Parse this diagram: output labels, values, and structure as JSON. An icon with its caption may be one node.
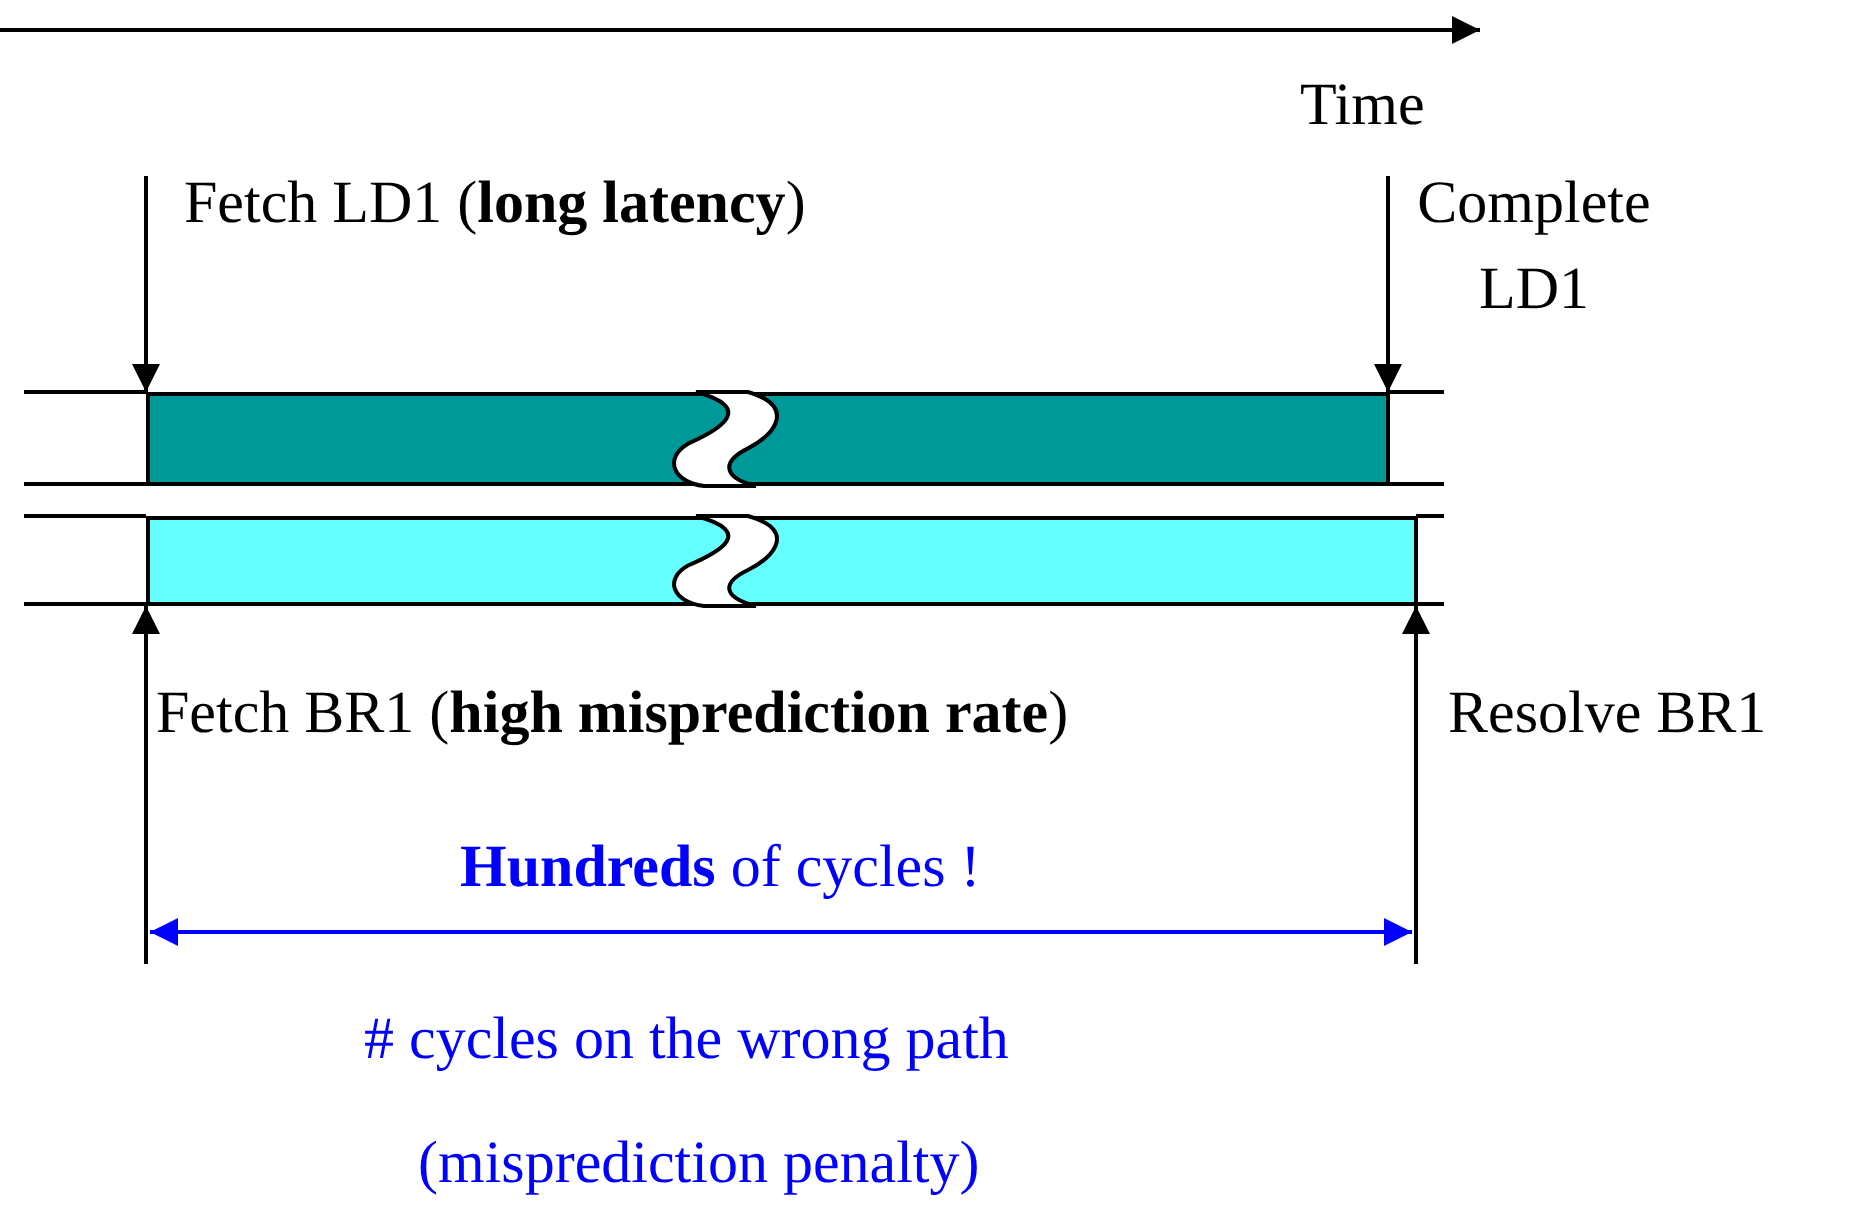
{
  "diagram": {
    "nodes": [
      {
        "text": [],
        "shape": "bar"
      },
      {
        "text": [],
        "shape": "bar"
      }
    ],
    "edges": [
      {
        "from": null,
        "to": 0,
        "arrow": "to",
        "label": "Fetch LD1 (**long latency**)"
      },
      {
        "from": null,
        "to": 0,
        "arrow": "to",
        "label": "Complete LD1"
      },
      {
        "from": null,
        "to": 1,
        "arrow": "to",
        "label": "Fetch BR1 (**high misprediction rate**)"
      },
      {
        "from": null,
        "to": 1,
        "arrow": "to",
        "label": "Resolve BR1"
      }
    ],
    "labels": [
      "Time",
      "**Hundreds** of cycles !",
      "# cycles on the wrong path",
      "(misprediction penalty)"
    ]
  }
}
